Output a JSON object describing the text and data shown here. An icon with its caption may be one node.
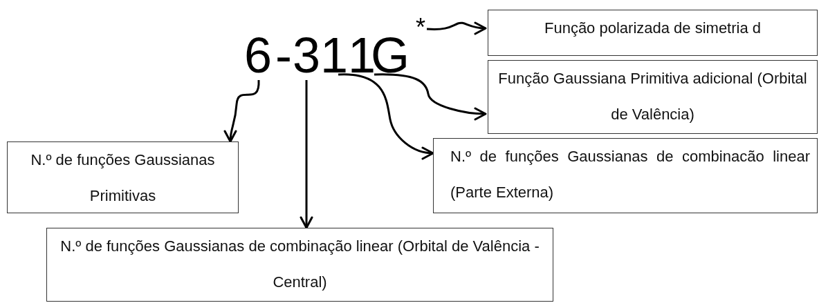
{
  "diagram": {
    "nodes": [
      {
        "text": [
          "6"
        ]
      },
      {
        "text": [
          "3"
        ]
      },
      {
        "text": [
          "1"
        ]
      },
      {
        "text": [
          "1"
        ]
      },
      {
        "text": [
          "*"
        ]
      },
      {
        "text": [
          "Função polarizada de simetria d"
        ]
      },
      {
        "text": [
          "Função Gaussiana Primitiva adicional (Orbital de Valência)"
        ]
      },
      {
        "text": [
          "N.º de funções Gaussianas Primitivas"
        ]
      },
      {
        "text": [
          "N.º de funções Gaussianas de combinacão linear (Parte Externa)"
        ]
      },
      {
        "text": [
          "N.º de funções Gaussianas de combinação linear (Orbital de Valência - Central)"
        ]
      }
    ],
    "edges": [
      {
        "from": 0,
        "to": 7,
        "arrow": "to"
      },
      {
        "from": 1,
        "to": 9,
        "arrow": "to"
      },
      {
        "from": 2,
        "to": 8,
        "arrow": "to"
      },
      {
        "from": 3,
        "to": 6,
        "arrow": "to"
      },
      {
        "from": 4,
        "to": 5,
        "arrow": "to"
      }
    ],
    "labels": [
      "-",
      "G"
    ]
  }
}
